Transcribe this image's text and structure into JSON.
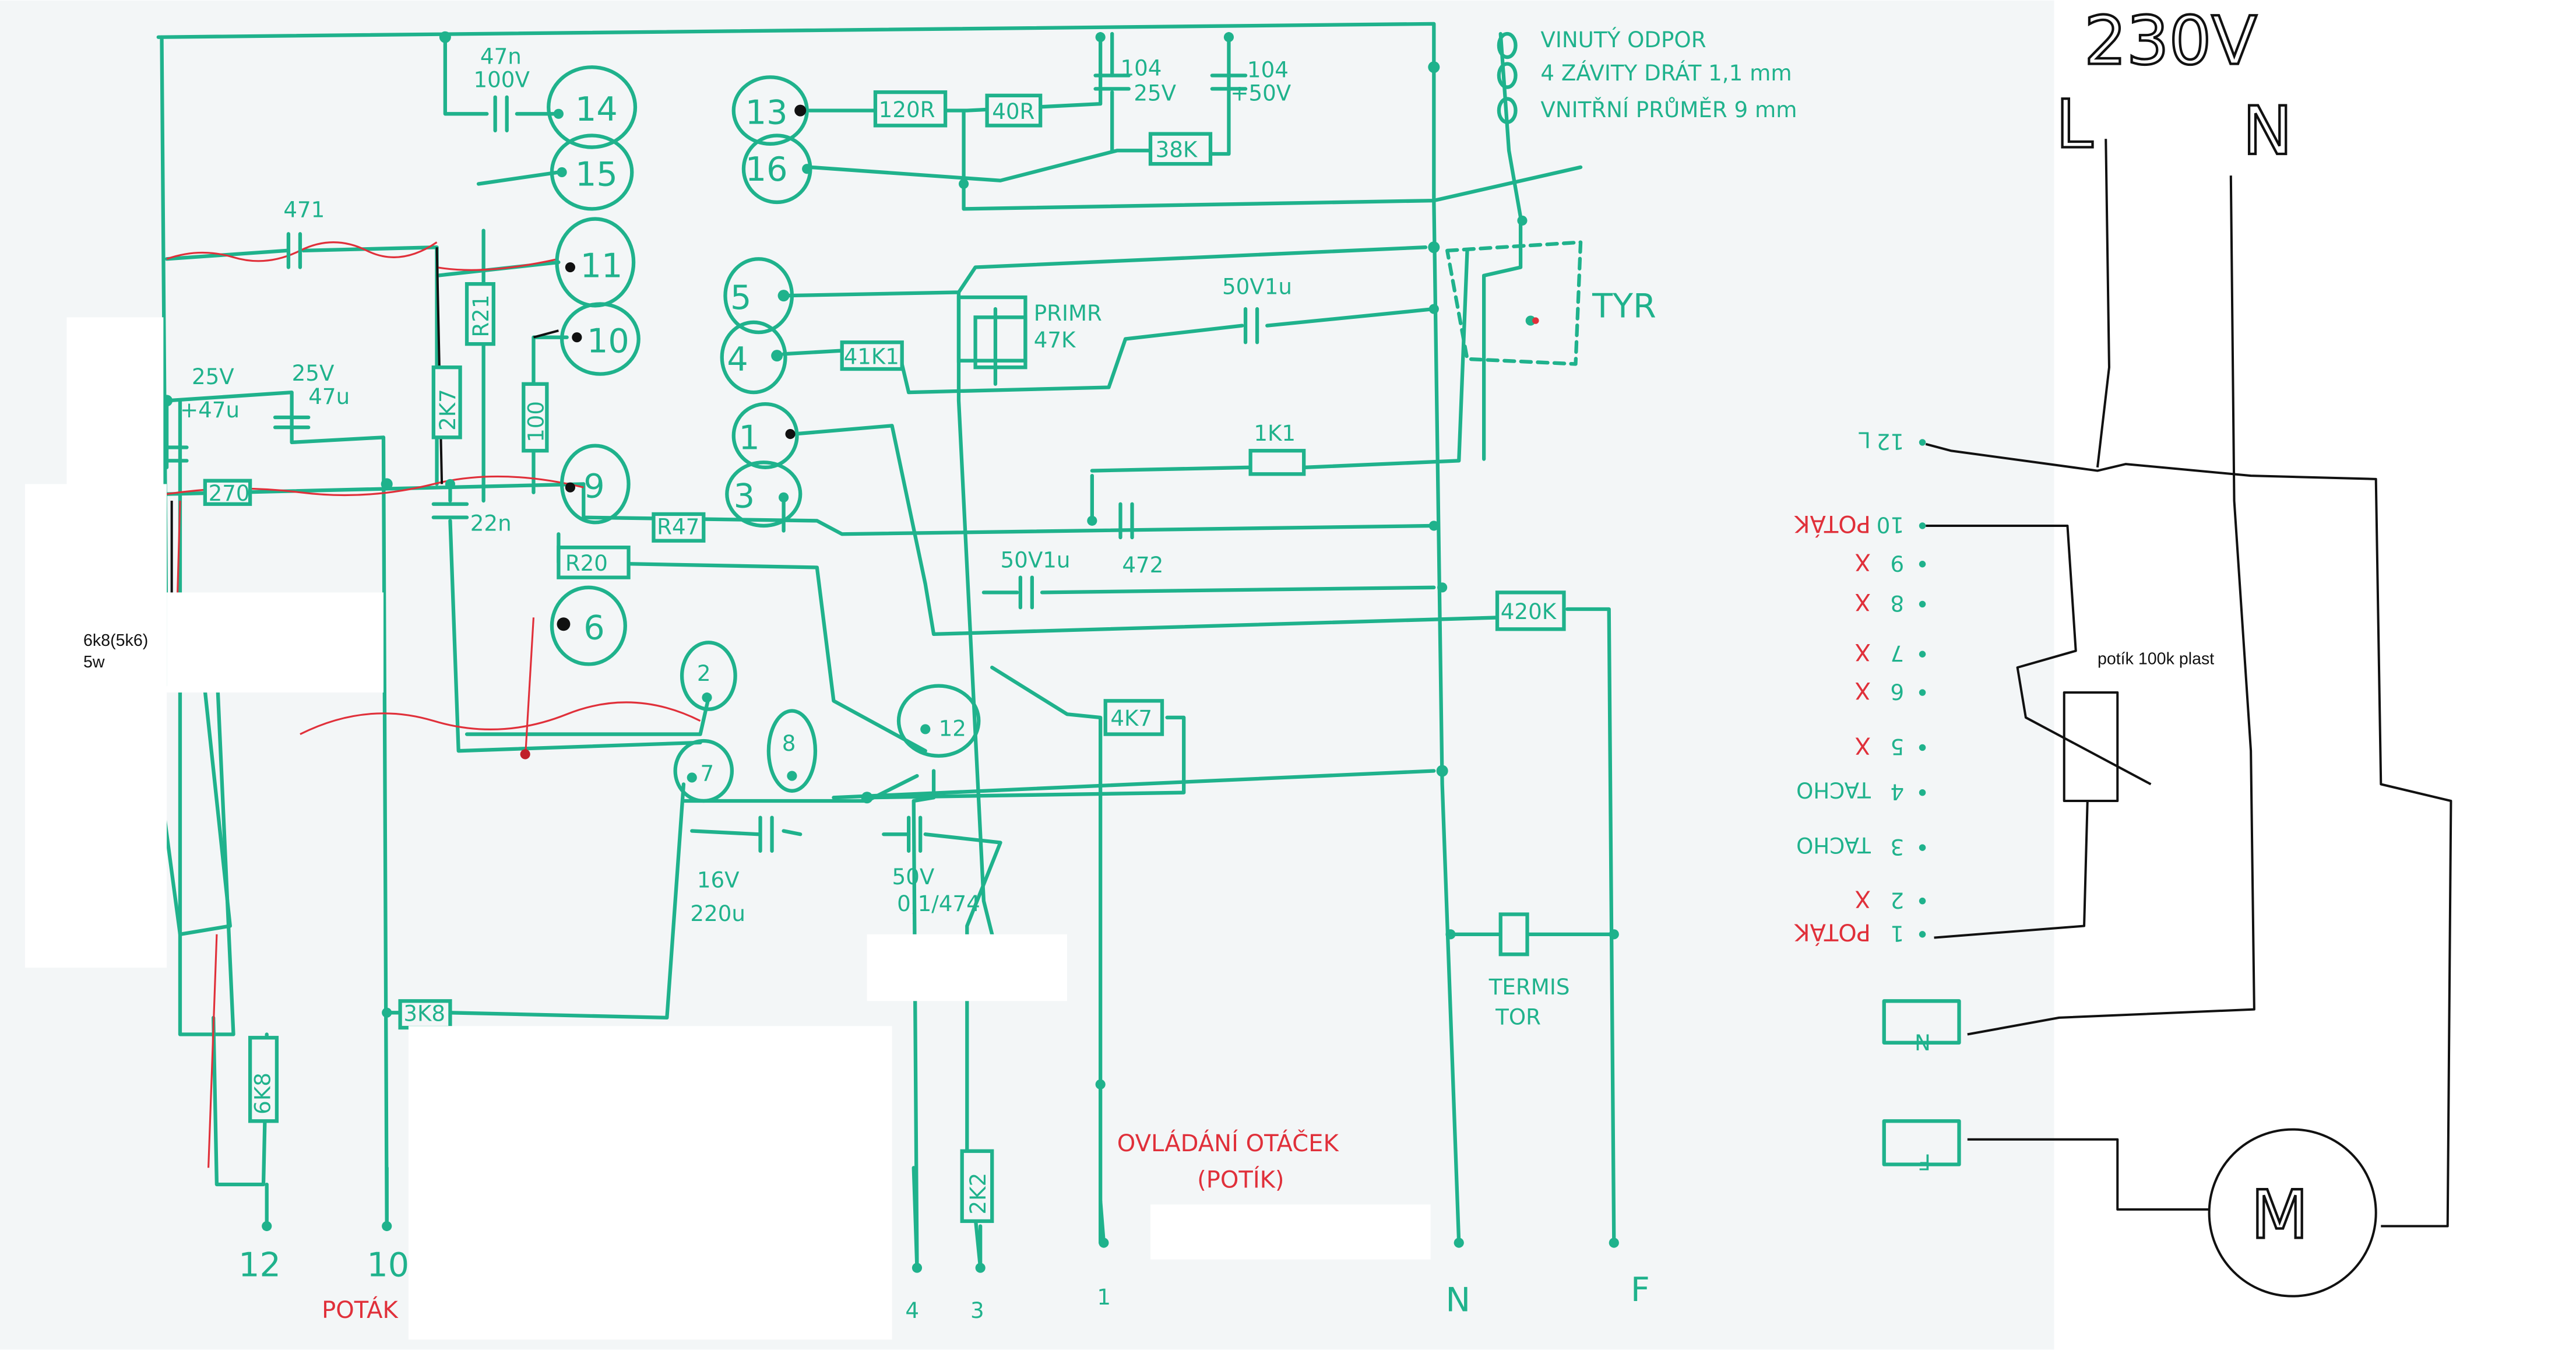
{
  "title_voltage": "230V",
  "mains_labels": {
    "line": "L",
    "neutral": "N"
  },
  "coil_note": [
    "VINUTÝ ODPOR",
    "4 ZÁVITY DRÁT 1,1 mm",
    "VNITŘNÍ PRŮMĚR 9 mm"
  ],
  "tyr_label": "TYR",
  "pins": [
    "14",
    "15",
    "11",
    "10",
    "9",
    "6",
    "2",
    "13",
    "16",
    "5",
    "4",
    "1",
    "3",
    "12",
    "8",
    "7"
  ],
  "components": {
    "c47n": [
      "47n",
      "100V"
    ],
    "c471": "471",
    "c25v_a": [
      "25V",
      "+47u"
    ],
    "c25v_b": [
      "25V",
      "47u"
    ],
    "r270": "270",
    "r21": "R21",
    "r2k7": "2K7",
    "r100": "100",
    "c22n": "22n",
    "r47": "R47",
    "r20": "R20",
    "r120": "120R",
    "r40": "40R",
    "c104a": [
      "104",
      "25V"
    ],
    "c104b": [
      "104",
      "+50V"
    ],
    "r38k": "38K",
    "primr": [
      "PRIMR",
      "47K"
    ],
    "r41k1": "41K1",
    "c50v1u_a": "50V1u",
    "r1k1": "1K1",
    "c472": "472",
    "c50v1u_b": "50V1u",
    "r420k": "420K",
    "r4k7": "4K7",
    "c16v": [
      "16V",
      "220u"
    ],
    "c50v_b": [
      "50V",
      "0,1/474"
    ],
    "r3k8": "3K8",
    "r6k8": "6K8",
    "r2k2": "2K2",
    "termistor": [
      "TERMIS",
      "TOR"
    ]
  },
  "note_6k8": [
    "6k8(5k6)",
    "5w"
  ],
  "bottom_terminals": [
    "12",
    "10",
    "4",
    "3",
    "1",
    "N",
    "F"
  ],
  "potak_label": "POTÁK",
  "speed_control": [
    "OVLÁDÁNÍ OTÁČEK",
    "(POTÍK)"
  ],
  "connector": [
    {
      "pin": "12",
      "label": "L",
      "mark": "green"
    },
    {
      "pin": "10",
      "label": "POTÁK",
      "mark": "red"
    },
    {
      "pin": "9",
      "label": "X",
      "mark": "red"
    },
    {
      "pin": "8",
      "label": "X",
      "mark": "red"
    },
    {
      "pin": "7",
      "label": "X",
      "mark": "red"
    },
    {
      "pin": "6",
      "label": "X",
      "mark": "red"
    },
    {
      "pin": "5",
      "label": "X",
      "mark": "red"
    },
    {
      "pin": "4",
      "label": "TACHO",
      "mark": "green"
    },
    {
      "pin": "3",
      "label": "TACHO",
      "mark": "green"
    },
    {
      "pin": "2",
      "label": "X",
      "mark": "red"
    },
    {
      "pin": "1",
      "label": "POTÁK",
      "mark": "red"
    }
  ],
  "connector_boxes": {
    "n": "N",
    "f": "F"
  },
  "pot_note": "potík 100k plast",
  "motor_label": "M"
}
